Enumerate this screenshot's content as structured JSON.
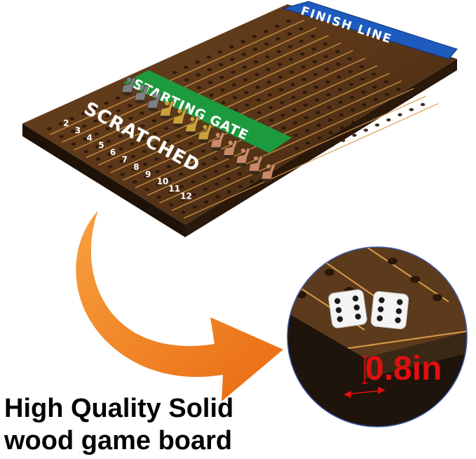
{
  "board": {
    "finish_label": "FINISH LINE",
    "start_label": "STARTING GATE",
    "scratched_label": "SCRATCHED",
    "lane_numbers": [
      "2",
      "3",
      "4",
      "5",
      "6",
      "7",
      "8",
      "9",
      "10",
      "11",
      "12"
    ],
    "colors": {
      "wood": "#5a3a1e",
      "wood_dark": "#2a1a0c",
      "finish_banner": "#1e5bbf",
      "start_banner": "#1c9a3e",
      "groove": "#d89b4a"
    }
  },
  "detail": {
    "thickness_label": "0.8in",
    "dice_faces": [
      6,
      6
    ]
  },
  "caption": {
    "line1": "High Quality  Solid",
    "line2": "wood game board"
  },
  "arrow": {
    "color": "#f07a18"
  }
}
